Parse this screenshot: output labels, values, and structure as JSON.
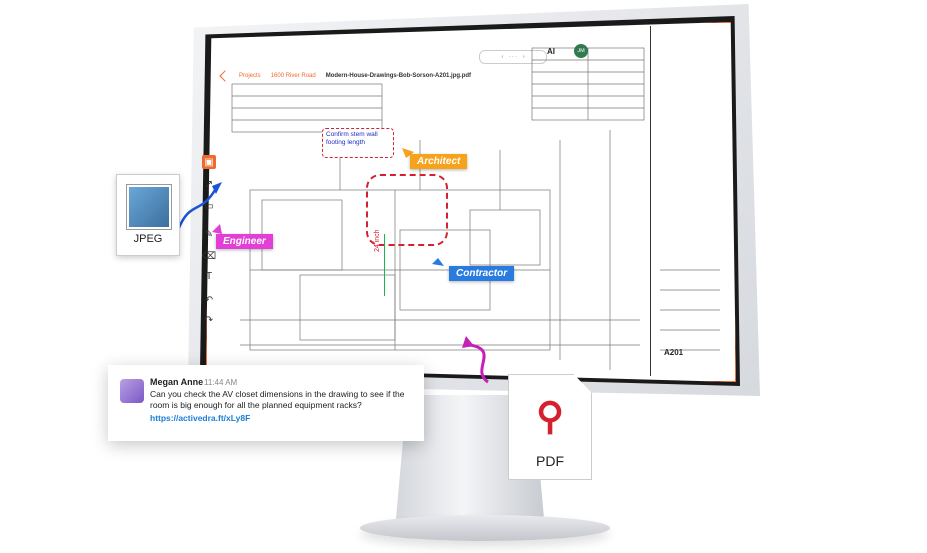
{
  "app": {
    "breadcrumbs": [
      "Projects",
      "1600 River Road",
      "Modern-House-Drawings-Bob-Sorson-A201.jpg.pdf"
    ],
    "avatars": [
      "AI",
      "JM"
    ],
    "sheet_number": "A201"
  },
  "annotations": {
    "note_text": "Confirm stem wall footing length",
    "dimension_text": "24 inch",
    "roles": {
      "architect": "Architect",
      "engineer": "Engineer",
      "contractor": "Contractor"
    }
  },
  "files": {
    "jpeg_label": "JPEG",
    "pdf_label": "PDF"
  },
  "chat": {
    "author": "Megan Anne",
    "time": "11:44 AM",
    "message": "Can you check the AV closet dimensions in the drawing to see if the room is big enough for all the planned equipment racks?",
    "link": "https://activedra.ft/xLy8F"
  },
  "tools": [
    "select-icon",
    "cursor-icon",
    "shape-icon",
    "pencil-icon",
    "eraser-icon",
    "text-icon",
    "undo-icon",
    "redo-icon"
  ],
  "colors": {
    "accent": "#f06a2e",
    "architect": "#f7a21b",
    "engineer": "#e33fd6",
    "contractor": "#2a7bdf",
    "markup_red": "#d5202f",
    "dimension_green": "#1bb54a"
  }
}
